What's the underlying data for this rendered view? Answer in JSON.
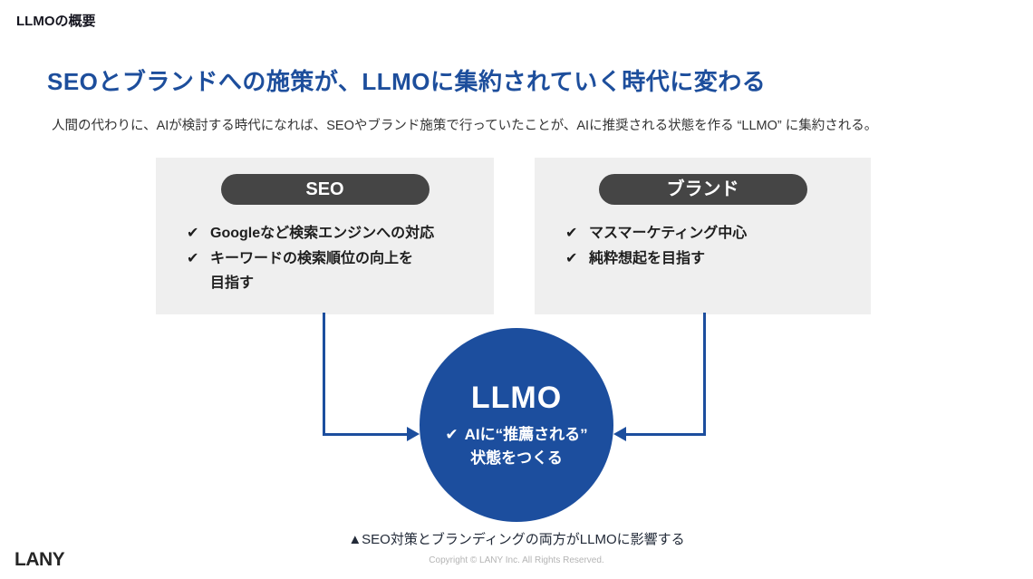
{
  "page": {
    "header": "LLMOの概要",
    "title": "SEOとブランドへの施策が、LLMOに集約されていく時代に変わる",
    "subtitle": "人間の代わりに、AIが検討する時代になれば、SEOやブランド施策で行っていたことが、AIに推奨される状態を作る “LLMO” に集約される。"
  },
  "diagram": {
    "check_glyph": "✔",
    "seo_box": {
      "label": "SEO",
      "items": [
        "Googleなど検索エンジンへの対応",
        "キーワードの検索順位の向上を\n目指す"
      ]
    },
    "brand_box": {
      "label": "ブランド",
      "items": [
        "マスマーケティング中心",
        "純粋想起を目指す"
      ]
    },
    "circle": {
      "title": "LLMO",
      "line1": "AIに“推薦される”",
      "line2": "状態をつくる"
    },
    "caption": "▲SEO対策とブランディングの両方がLLMOに影響する"
  },
  "footer": {
    "logo": "LANY",
    "copyright": "Copyright © LANY Inc. All Rights Reserved."
  },
  "colors": {
    "accent_blue": "#1c4e9e",
    "title_blue": "#1d4e9c",
    "pill_dark": "#454545",
    "box_gray": "#efefef"
  }
}
